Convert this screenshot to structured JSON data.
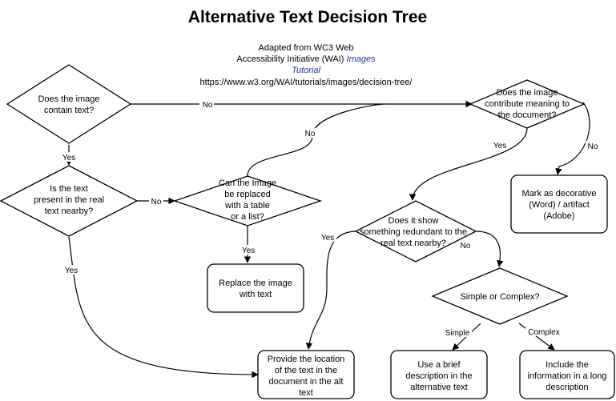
{
  "title": "Alternative Text Decision Tree",
  "subtitle": {
    "line1": "Adapted from WC3 Web",
    "line2_text": "Accessibility Initiative (WAI) ",
    "line2_link": "Images",
    "line3_link": "Tutorial",
    "url": "https://www.w3.org/WAI/tutorials/images/decision-tree/"
  },
  "nodes": {
    "contain_text": [
      "Does the image",
      "contain text?"
    ],
    "contribute": [
      "Does the image",
      "contribute meaning to",
      "the document?"
    ],
    "present_nearby": [
      "Is the text",
      "present in the real",
      "text nearby?"
    ],
    "replace_table": [
      "Can the Image",
      "be replaced",
      "with a table",
      "or a list?"
    ],
    "decorative": [
      "Mark as decorative",
      "(Word) / artifact",
      "(Adobe)"
    ],
    "redundant": [
      "Does it show",
      "something redundant to  the",
      "real text nearby?"
    ],
    "replace_text": [
      "Replace the image",
      "with text"
    ],
    "simple_complex": [
      "Simple or Complex?"
    ],
    "provide_location": [
      "Provide the location",
      "of the text in the",
      "document in the alt",
      "text"
    ],
    "brief": [
      "Use a brief",
      "description in the",
      "alternative text"
    ],
    "long": [
      "Include the",
      "information in a long",
      "description"
    ]
  },
  "edge_labels": {
    "contain_no": "No",
    "contain_yes": "Yes",
    "nearby_no": "No",
    "nearby_yes": "Yes",
    "table_no": "No",
    "table_yes": "Yes",
    "contribute_yes": "Yes",
    "contribute_no": "No",
    "redundant_yes": "Yes",
    "redundant_no": "No",
    "simple": "Simple",
    "complex": "Complex"
  },
  "colors": {
    "stroke": "#000000",
    "link": "#1f3a93",
    "background": "#ffffff"
  }
}
